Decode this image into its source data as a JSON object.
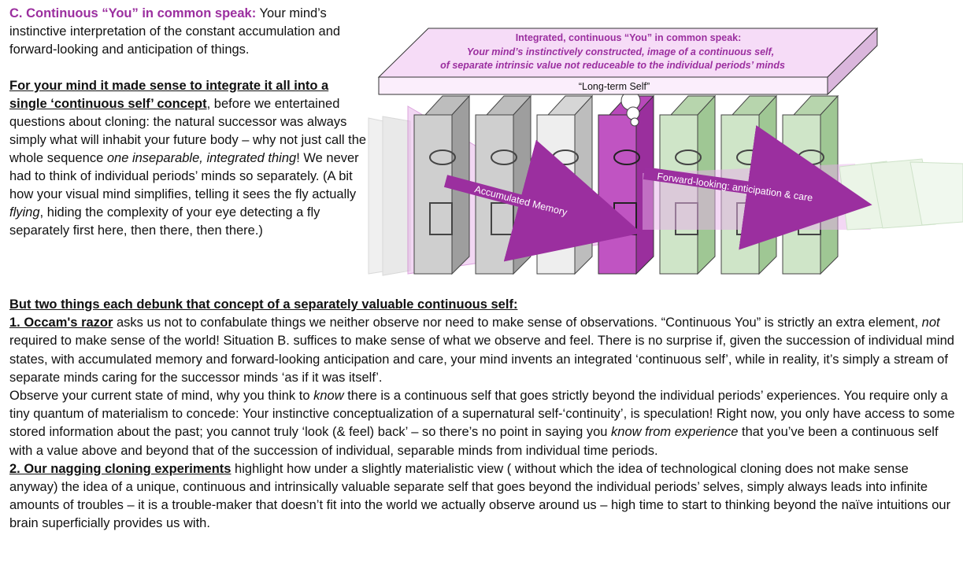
{
  "intro": {
    "heading": "C. Continuous “You” in common speak:",
    "heading_rest": " Your mind’s instinctive interpretation of the constant accumulation and forward-looking and anticipation of things.",
    "p2_underlined": "For your mind it made sense to integrate it all into a single ‘continuous self’ concept",
    "p2_a": ", before we entertained questions about cloning: the natural successor was always simply what will inhabit your future body – why not just call the whole sequence ",
    "p2_italic1": "one inseparable, integrated thing",
    "p2_b": "! We never had to think of individual periods’ minds so separately. (A bit how your visual mind simplifies, telling it sees the fly actually ",
    "p2_italic2": "flying",
    "p2_c": ", hiding the complexity of your eye detecting a fly separately first here, then there, then there.)"
  },
  "diagram": {
    "banner_line1": "Integrated, continuous “You” in common speak:",
    "banner_line2": "Your mind’s instinctively constructed, image of a continuous self,",
    "banner_line3": "of separate intrinsic value not reduceable to the individual periods’ minds",
    "long_term_label": "“Long-term Self”",
    "memory_label": "Accumulated Memory",
    "forward_label": "Forward-looking: anticipation &  care",
    "colors": {
      "accent": "#9b2f9f",
      "past_card": "#cfcfcf",
      "present_card": "#c054c2",
      "future_card": "#cfe5c8"
    }
  },
  "body": {
    "debunk_heading": "But two things each debunk that concept of a separately valuable continuous self:",
    "occam_label": "1. Occam's razor",
    "occam_a": " asks us not to confabulate things we neither observe nor need to make sense of observations. “Continuous You” is strictly an extra element, ",
    "occam_italic": "not",
    "occam_b": " required to make sense of the world! Situation B. suffices to make sense of what we observe and feel. There is no surprise if, given the succession of individual mind states, with accumulated memory and forward-looking anticipation and care, your mind invents an integrated ‘continuous self’, while in reality, it’s simply a stream of separate minds caring for the successor minds ‘as if it was itself’.",
    "observe_a": "Observe your current state of mind, why you think to ",
    "observe_italic1": "know",
    "observe_b": " there is a continuous self that goes strictly beyond the individual periods’ experiences. You require only a tiny quantum of materialism to concede: Your instinctive conceptualization of a supernatural self-‘continuity’, is speculation! Right now, you only have access to some stored information about the past; you cannot truly ‘look (& feel) back’ – so there’s no point in saying you ",
    "observe_italic2": "know from experience",
    "observe_c": " that you’ve been a continuous self with a value above and beyond that of the succession of individual, separable minds from individual time periods.",
    "cloning_label": "2. Our nagging cloning experiments",
    "cloning_text": " highlight how under a slightly materialistic view ( without which the idea of technological cloning does not make sense anyway) the idea of a unique, continuous and intrinsically valuable separate self that goes beyond the individual periods’ selves, simply always leads into infinite amounts of troubles – it is a trouble-maker that doesn’t fit into the world we actually observe around us – high time to start to thinking beyond the naïve intuitions our brain superficially provides us with."
  }
}
